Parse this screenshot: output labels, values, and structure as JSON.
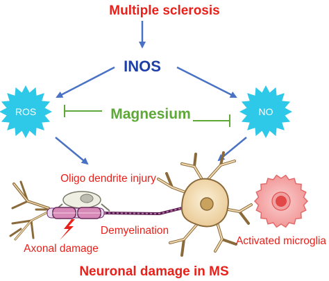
{
  "diagram": {
    "title": "Multiple sclerosis",
    "inos": "INOS",
    "ros": "ROS",
    "no": "NO",
    "magnesium": "Magnesium",
    "oligo": "Oligo dendrite injury",
    "demyelination": "Demyelination",
    "axonal": "Axonal damage",
    "microglia": "Activated microglia",
    "footer": "Neuronal damage in MS"
  },
  "colors": {
    "red_text": "#e8201a",
    "blue_text": "#1f3fa8",
    "arrow": "#4a72c4",
    "star": "#2ec8e8",
    "magnesium": "#5ea838",
    "neuron": "#f3dcb4",
    "neuron_stroke": "#8a6a3a",
    "microglia": "#f4a8a8"
  }
}
